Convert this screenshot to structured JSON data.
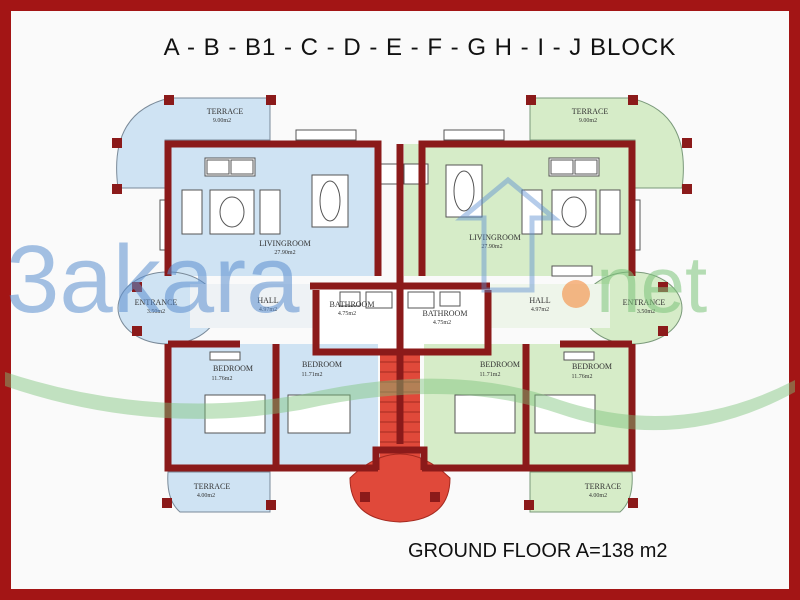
{
  "title": "A - B - B1 - C  - D - E - F - G    H - I - J    BLOCK",
  "footer": "GROUND FLOOR  A=138 m2",
  "watermark": {
    "left": "3akara",
    "right": "net"
  },
  "rooms": {
    "terrace_top_left": {
      "name": "TERRACE",
      "area": "9.00m2"
    },
    "terrace_top_right": {
      "name": "TERRACE",
      "area": "9.00m2"
    },
    "living_left": {
      "name": "LIVINGROOM",
      "area": "27.90m2"
    },
    "living_right": {
      "name": "LIVINGROOM",
      "area": "27.90m2"
    },
    "entrance_left": {
      "name": "ENTRANCE",
      "area": "3.50m2"
    },
    "entrance_right": {
      "name": "ENTRANCE",
      "area": "3.50m2"
    },
    "hall_left": {
      "name": "HALL",
      "area": "4.97m2"
    },
    "hall_right": {
      "name": "HALL",
      "area": "4.97m2"
    },
    "bath_left": {
      "name": "BATHROOM",
      "area": "4.75m2"
    },
    "bath_right": {
      "name": "BATHROOM",
      "area": "4.75m2"
    },
    "bed_left_outer": {
      "name": "BEDROOM",
      "area": "11.76m2"
    },
    "bed_left_inner": {
      "name": "BEDROOM",
      "area": "11.71m2"
    },
    "bed_right_inner": {
      "name": "BEDROOM",
      "area": "11.71m2"
    },
    "bed_right_outer": {
      "name": "BEDROOM",
      "area": "11.76m2"
    },
    "terrace_bottom_left": {
      "name": "TERRACE",
      "area": "4.00m2"
    },
    "terrace_bottom_right": {
      "name": "TERRACE",
      "area": "4.00m2"
    }
  },
  "colors": {
    "frame": "#a31515",
    "wall": "#8b1a1a",
    "left_unit": "#cfe3f3",
    "right_unit": "#d6ecc8",
    "stair": "#e0493a",
    "watermark_blue": "#5b8fd0",
    "watermark_green": "#7cc47a"
  }
}
